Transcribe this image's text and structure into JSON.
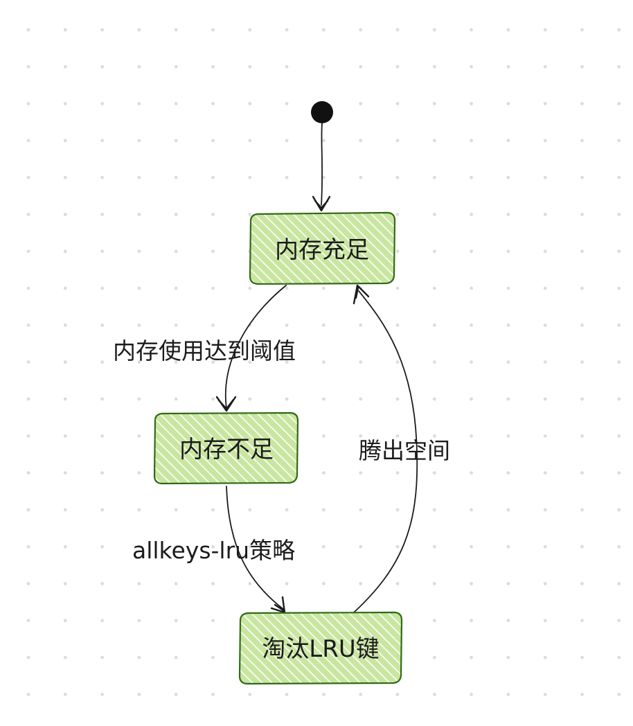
{
  "diagram": {
    "kind": "state-diagram",
    "colors": {
      "background": "#ffffff",
      "grid_dot": "#dcdcdc",
      "node_fill": "#c9e6a0",
      "node_hatch": "#ffffff",
      "node_stroke": "#2f6b14",
      "line": "#1b1b1b",
      "initial_dot": "#111111"
    },
    "nodes": [
      {
        "id": "sufficient",
        "label": "内存充足"
      },
      {
        "id": "insufficient",
        "label": "内存不足"
      },
      {
        "id": "evict",
        "label": "淘汰LRU键"
      }
    ],
    "edges": [
      {
        "id": "start-to-sufficient",
        "from": "start",
        "to": "sufficient",
        "label": ""
      },
      {
        "id": "sufficient-to-insufficient",
        "from": "sufficient",
        "to": "insufficient",
        "label": "内存使用达到阈值"
      },
      {
        "id": "insufficient-to-evict",
        "from": "insufficient",
        "to": "evict",
        "label": "allkeys-lru策略"
      },
      {
        "id": "evict-to-sufficient",
        "from": "evict",
        "to": "sufficient",
        "label": "腾出空间"
      }
    ]
  }
}
